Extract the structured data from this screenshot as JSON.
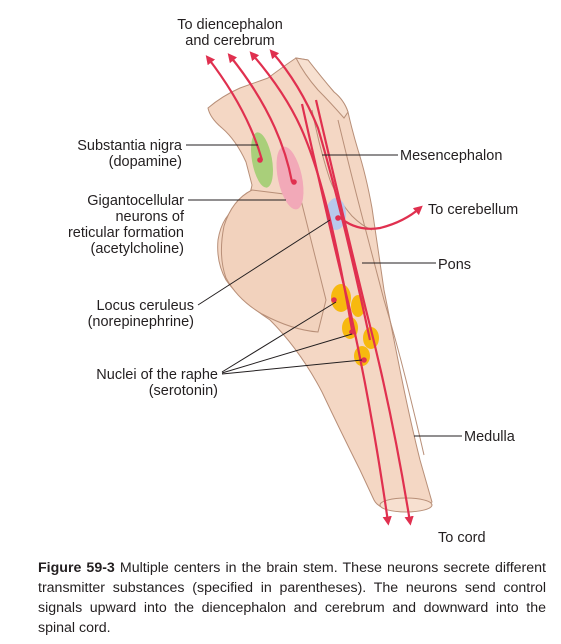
{
  "labels": {
    "to_diencephalon_1": "To diencephalon",
    "to_diencephalon_2": "and cerebrum",
    "substantia_nigra_1": "Substantia nigra",
    "substantia_nigra_2": "(dopamine)",
    "gigantocellular_1": "Gigantocellular",
    "gigantocellular_2": "neurons of",
    "gigantocellular_3": "reticular formation",
    "gigantocellular_4": "(acetylcholine)",
    "locus_ceruleus_1": "Locus ceruleus",
    "locus_ceruleus_2": "(norepinephrine)",
    "raphe_1": "Nuclei of the raphe",
    "raphe_2": "(serotonin)",
    "mesencephalon": "Mesencephalon",
    "to_cerebellum": "To cerebellum",
    "pons": "Pons",
    "medulla": "Medulla",
    "to_cord": "To cord"
  },
  "caption": {
    "figure_number": "Figure 59-3",
    "text": "Multiple centers in the brain stem. These neurons secrete different transmitter substances (specified in parentheses). The neurons send control signals upward into the diencephalon and cerebrum and downward into the spinal cord."
  },
  "colors": {
    "brainstem_fill": "#f4d7c4",
    "brainstem_outline": "#b88f78",
    "pathway": "#e0304f",
    "substantia_nigra": "#a9cf7a",
    "gigantocellular": "#f2a9b8",
    "locus_ceruleus": "#b8c9ec",
    "raphe": "#f7b90f"
  }
}
